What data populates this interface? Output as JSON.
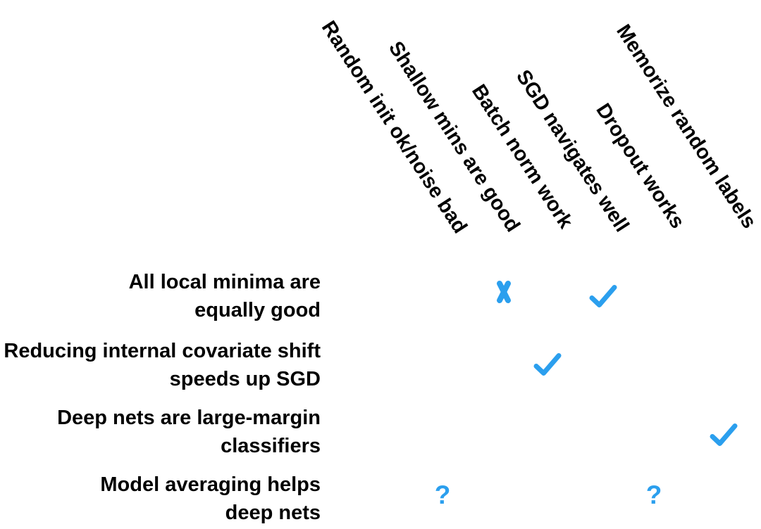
{
  "columns": [
    {
      "label": "Random init ok/noise bad"
    },
    {
      "label": "Shallow mins are good"
    },
    {
      "label": "Batch norm work"
    },
    {
      "label": "SGD navigates well"
    },
    {
      "label": "Dropout works"
    },
    {
      "label": "Memorize random labels"
    }
  ],
  "rows": [
    {
      "line1": "All local minima are",
      "line2": "equally good"
    },
    {
      "line1": "Reducing internal covariate shift",
      "line2": "speeds up SGD"
    },
    {
      "line1": "Deep nets are large-margin",
      "line2": "classifiers"
    },
    {
      "line1": "Model averaging helps",
      "line2": "deep nets"
    }
  ],
  "glyphs": {
    "check": "✓",
    "cross": "✗",
    "question": "?"
  },
  "colors": {
    "mark_blue": "#2B9FEE",
    "text": "#000000",
    "background": "#FFFFFF"
  },
  "matrix": {
    "cells": [
      {
        "row": "All local minima are equally good",
        "column": "Shallow mins are good",
        "mark": "cross"
      },
      {
        "row": "All local minima are equally good",
        "column": "SGD navigates well",
        "mark": "check"
      },
      {
        "row": "Reducing internal covariate shift speeds up SGD",
        "column": "Batch norm work",
        "mark": "check"
      },
      {
        "row": "Deep nets are large-margin classifiers",
        "column": "Memorize random labels",
        "mark": "check"
      },
      {
        "row": "Model averaging helps deep nets",
        "column": "Random init ok/noise bad",
        "mark": "question"
      },
      {
        "row": "Model averaging helps deep nets",
        "column": "Dropout works",
        "mark": "question"
      }
    ]
  }
}
